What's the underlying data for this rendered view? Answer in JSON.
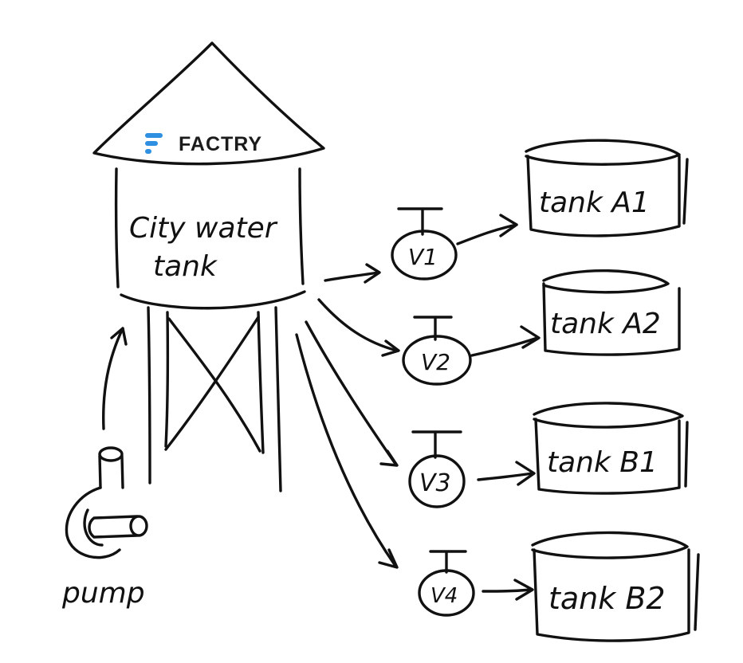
{
  "brand": {
    "name": "FACTRY",
    "logo_color": "#2f8fe0"
  },
  "tower": {
    "label_line1": "City water",
    "label_line2": "tank"
  },
  "pump": {
    "label": "pump"
  },
  "valves": [
    {
      "id": "v1",
      "label": "V1"
    },
    {
      "id": "v2",
      "label": "V2"
    },
    {
      "id": "v3",
      "label": "V3"
    },
    {
      "id": "v4",
      "label": "V4"
    }
  ],
  "tanks": [
    {
      "id": "a1",
      "label": "tank A1"
    },
    {
      "id": "a2",
      "label": "tank A2"
    },
    {
      "id": "b1",
      "label": "tank B1"
    },
    {
      "id": "b2",
      "label": "tank B2"
    }
  ],
  "colors": {
    "ink": "#111111",
    "background": "#ffffff"
  }
}
